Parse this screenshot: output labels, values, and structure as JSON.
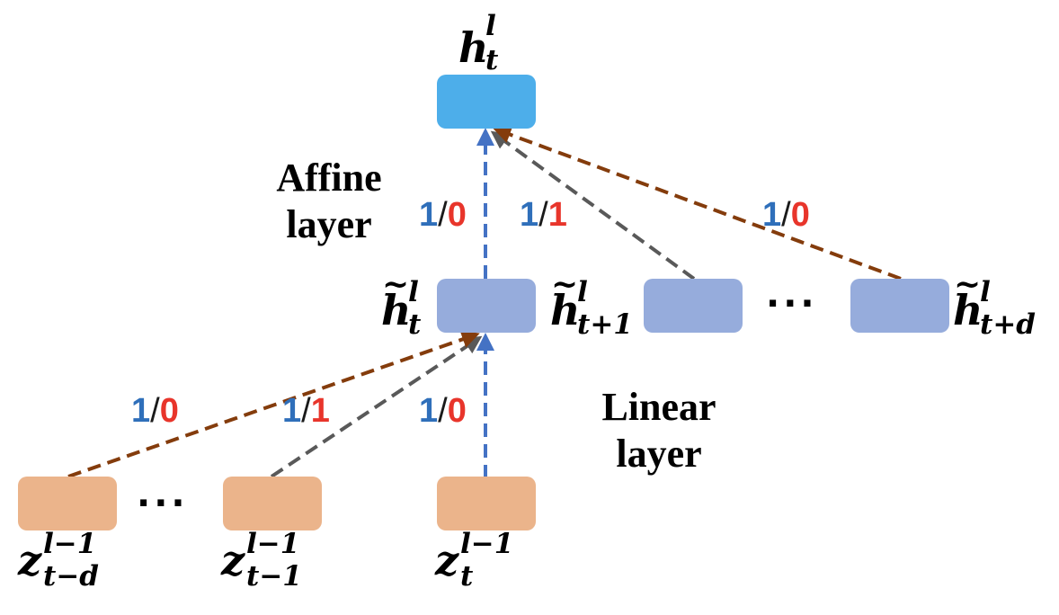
{
  "nodes": {
    "top": {
      "label": "h",
      "sup": "l",
      "sub": "t"
    },
    "mid": [
      {
        "label": "h",
        "tilde": "~",
        "sup": "l",
        "sub": "t"
      },
      {
        "label": "h",
        "tilde": "~",
        "sup": "l",
        "sub": "t+1"
      },
      {
        "label": "h",
        "tilde": "~",
        "sup": "l",
        "sub": "t+d"
      }
    ],
    "bottom": [
      {
        "label": "z",
        "sup": "l−1",
        "sub": "t−d"
      },
      {
        "label": "z",
        "sup": "l−1",
        "sub": "t−1"
      },
      {
        "label": "z",
        "sup": "l−1",
        "sub": "t"
      }
    ]
  },
  "captions": {
    "affine": [
      "Affine",
      "layer"
    ],
    "linear": [
      "Linear",
      "layer"
    ]
  },
  "ratios": {
    "affine": [
      {
        "left": "1",
        "sep": "/",
        "right": "0"
      },
      {
        "left": "1",
        "sep": "/",
        "right": "1"
      },
      {
        "left": "1",
        "sep": "/",
        "right": "0"
      }
    ],
    "linear": [
      {
        "left": "1",
        "sep": "/",
        "right": "0"
      },
      {
        "left": "1",
        "sep": "/",
        "right": "1"
      },
      {
        "left": "1",
        "sep": "/",
        "right": "0"
      }
    ]
  },
  "ellipsis": "···",
  "colors": {
    "top_node": "#4DAEEA",
    "mid_node": "#96ACDC",
    "bottom_node": "#EBB48B",
    "edge_blue": "#4472C4",
    "edge_gray": "#595959",
    "edge_brown": "#843C0C",
    "ratio_blue": "#2F6FBA",
    "ratio_red": "#E8352B"
  }
}
